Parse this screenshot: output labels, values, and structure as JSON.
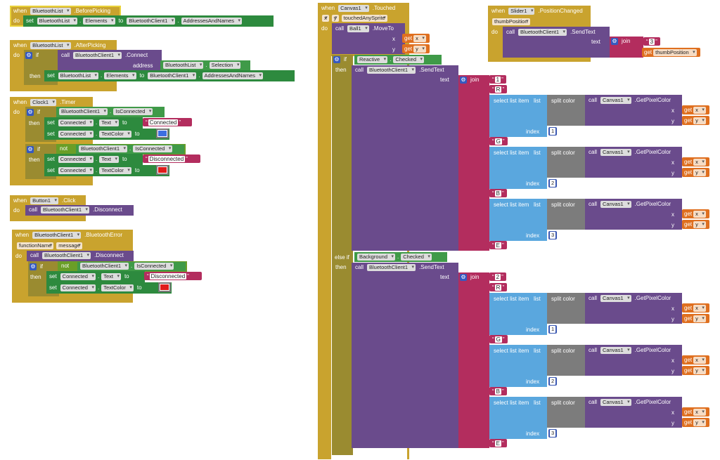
{
  "kw": {
    "when": "when",
    "do": "do",
    "set": "set",
    "to": "to",
    "if": "if",
    "then": "then",
    "call": "call",
    "address": "address",
    "not": "not",
    "else_if": "else if",
    "x": "x",
    "y": "y",
    "text": "text",
    "join": "join",
    "get": "get",
    "select_list_item": "select list item",
    "list": "list",
    "split_color": "split color",
    "index": "index"
  },
  "blocks": {
    "before_picking": {
      "component": "BluetoothList",
      "event": ".BeforePicking",
      "target": "BluetoothList",
      "property": "Elements",
      "source": "BluetoothClient1",
      "source_prop": "AddressesAndNames"
    },
    "after_picking": {
      "component": "BluetoothList",
      "event": ".AfterPicking",
      "call_comp": "BluetoothClient1",
      "method": ".Connect",
      "addr_comp": "BluetoothList",
      "addr_prop": "Selection",
      "target": "BluetoothList",
      "property": "Elements",
      "source": "BluetoothClient1",
      "source_prop": "AddressesAndNames"
    },
    "clock_timer": {
      "component": "Clock1",
      "event": ".Timer",
      "bt": "BluetoothClient1",
      "isconn": "IsConnected",
      "label": "Connected",
      "text_prop": "Text",
      "color_prop": "TextColor",
      "connected_text": "Connected",
      "disconnected_text": "Disconnected"
    },
    "button_click": {
      "component": "Button1",
      "event": ".Click",
      "bt": "BluetoothClient1",
      "method": ".Disconnect"
    },
    "bt_error": {
      "component": "BluetoothClient1",
      "event": ".BluetoothError",
      "param1": "functionName",
      "param2": "message",
      "bt": "BluetoothClient1",
      "method": ".Disconnect",
      "isconn": "IsConnected",
      "label": "Connected",
      "text_prop": "Text",
      "color_prop": "TextColor",
      "disconnected_text": "Disconnected"
    },
    "canvas_touched": {
      "component": "Canvas1",
      "event": ".Touched",
      "p_x": "x",
      "p_y": "y",
      "p_sprite": "touchedAnySprite",
      "ball": "Ball1",
      "moveto": ".MoveTo",
      "reactive": "Reactive",
      "checked": "Checked",
      "background": "Background",
      "bt": "BluetoothClient1",
      "sendtext": ".SendText",
      "canvas": "Canvas1",
      "getpixel": ".GetPixelColor",
      "r": "R",
      "g": "G",
      "b": "B",
      "e": "E",
      "one": "1",
      "two": "2",
      "three": "3"
    },
    "slider_changed": {
      "component": "Slider1",
      "event": ".PositionChanged",
      "param": "thumbPosition",
      "bt": "BluetoothClient1",
      "sendtext": ".SendText",
      "lead": "3",
      "getparam": "thumbPosition"
    }
  },
  "colors": {
    "blue": "#3d6fe0",
    "red": "#e01b1b"
  }
}
